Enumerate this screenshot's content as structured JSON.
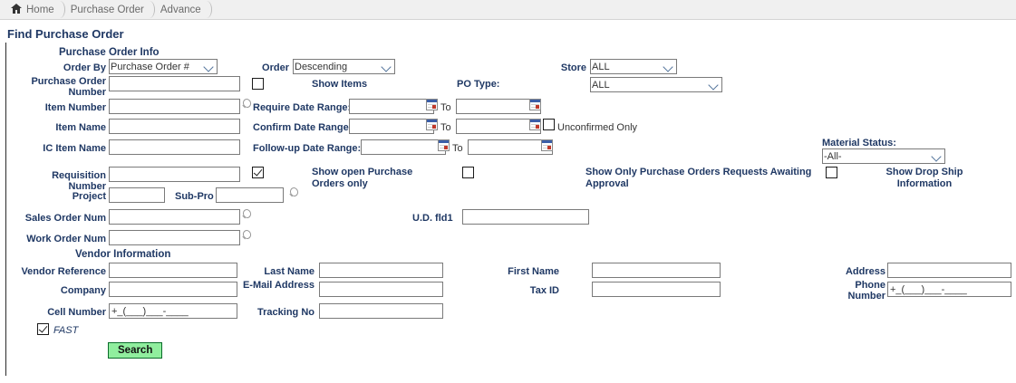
{
  "breadcrumb": {
    "home_icon": "home-icon",
    "items": [
      {
        "label": "Home"
      },
      {
        "label": "Purchase Order"
      },
      {
        "label": "Advance"
      }
    ]
  },
  "page": {
    "title": "Find Purchase Order"
  },
  "sections": {
    "po_info_title": "Purchase Order Info",
    "vendor_title": "Vendor Information"
  },
  "po_info": {
    "order_by_label": "Order By",
    "order_by_value": "Purchase Order #",
    "order_label": "Order",
    "order_value": "Descending",
    "store_label": "Store",
    "store_value": "ALL",
    "po_number_label": "Purchase Order Number",
    "po_number_value": "",
    "show_items_label": "Show Items",
    "show_items_checked": false,
    "po_type_label": "PO Type:",
    "po_type_value": "ALL",
    "item_number_label": "Item Number",
    "item_number_value": "",
    "item_name_label": "Item Name",
    "item_name_value": "",
    "ic_item_name_label": "IC Item Name",
    "ic_item_name_value": "",
    "require_date_label": "Require Date Range:",
    "require_date_from": "",
    "require_date_to": "",
    "confirm_date_label": "Confirm Date Range:",
    "confirm_date_from": "",
    "confirm_date_to": "",
    "followup_date_label": "Follow-up Date Range:",
    "followup_date_from": "",
    "followup_date_to": "",
    "to_label": "To",
    "unconfirmed_label": "Unconfirmed Only",
    "unconfirmed_checked": false,
    "material_status_label": "Material Status:",
    "material_status_value": "-All-",
    "requisition_label": "Requisition Number",
    "requisition_value": "",
    "show_open_label": "Show open Purchase Orders only",
    "show_open_checked": true,
    "awaiting_approval_label": "Show Only Purchase Orders Requests Awaiting Approval",
    "awaiting_approval_checked": false,
    "drop_ship_label": "Show Drop Ship Information",
    "drop_ship_checked": false,
    "project_label": "Project",
    "project_value": "",
    "subpro_label": "Sub-Pro",
    "subpro_value": "",
    "sales_order_label": "Sales Order Num",
    "sales_order_value": "",
    "work_order_label": "Work Order Num",
    "work_order_value": "",
    "ud_fld1_label": "U.D. fld1",
    "ud_fld1_value": ""
  },
  "vendor": {
    "vendor_reference_label": "Vendor Reference",
    "vendor_reference_value": "",
    "company_label": "Company",
    "company_value": "",
    "cell_number_label": "Cell Number",
    "cell_number_value": "+_(___)___-____",
    "last_name_label": "Last Name",
    "last_name_value": "",
    "email_label": "E-Mail Address",
    "email_value": "",
    "tracking_label": "Tracking No",
    "tracking_value": "",
    "first_name_label": "First Name",
    "first_name_value": "",
    "tax_id_label": "Tax ID",
    "tax_id_value": "",
    "address_label": "Address",
    "address_value": "",
    "phone_label": "Phone Number",
    "phone_value": "+_(___)___-____"
  },
  "footer": {
    "fast_label": "FAST",
    "fast_checked": true,
    "search_label": "Search"
  },
  "colors": {
    "label": "#1F3864",
    "crumb_bg": "#f0f0f0",
    "search_bg": "#90EE9E",
    "search_border": "#0a6b2a"
  }
}
